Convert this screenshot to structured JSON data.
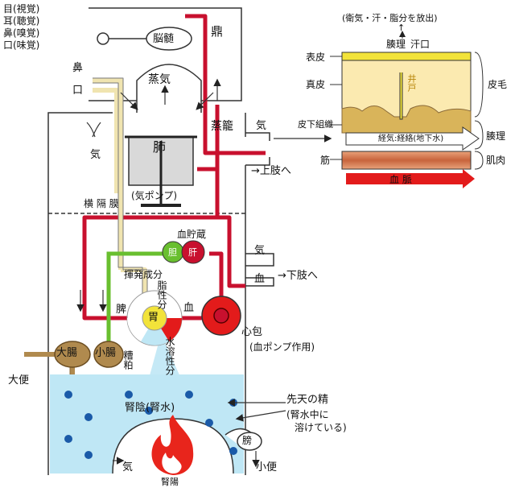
{
  "senses": [
    "目(視覚)",
    "耳(聴覚)",
    "鼻(嗅覚)",
    "口(味覚)"
  ],
  "left_labels": {
    "nose": "鼻",
    "mouth": "口",
    "ki_in": "気",
    "daiben": "大便",
    "ki_out": "気"
  },
  "top": {
    "brain": "脳髄",
    "cauldron": "鼎",
    "steam": "蒸気"
  },
  "lung": {
    "name": "肺",
    "pump": "(気ポンプ)"
  },
  "steamer": {
    "name": "蒸籠",
    "ki": "気",
    "upper_limb": "→上肢へ",
    "lower_ki": "気",
    "blood": "血",
    "lower_limb": "→下肢へ"
  },
  "diaphragm": "横 隔 膜",
  "organs": {
    "blood_storage": "血貯蔵",
    "gallbladder": "胆",
    "liver": "肝",
    "volatile": "揮発成分",
    "fat": "脂性分",
    "spleen": "脾",
    "stomach": "胃",
    "blood": "血",
    "water": "水溶性分",
    "dregs": "糟粕",
    "large_intestine": "大腸",
    "small_intestine": "小腸",
    "pericardium": "心包",
    "pericardium_note": "(血ポンプ作用)"
  },
  "kidney": {
    "name": "腎陰(腎水)",
    "essence": "先天の精",
    "essence_note1": "(腎水中に",
    "essence_note2": "溶けている)",
    "bladder": "膀",
    "urine": "小便",
    "fire": "腎陽"
  },
  "skin": {
    "caption": "(衛気・汗・脂分を放出)",
    "arrow": "↑",
    "pore_label": "腠理",
    "sweat_pore": "汗口",
    "epidermis": "表皮",
    "dermis": "真皮",
    "well": "井戸",
    "subcutis": "皮下組織",
    "meridian": "経気:経絡(地下水)",
    "muscle_label": "筋",
    "blood_vessel": "血 脈",
    "right_skin": "皮毛",
    "right_pore": "腠理",
    "right_muscle": "肌肉"
  },
  "colors": {
    "blood": "#c8102e",
    "vessel_cream": "#f0e4b0",
    "tan": "#b08a4e",
    "water": "#bfe7f5",
    "gray": "#d6d6d6",
    "yellow": "#f2e33a",
    "green": "#69bf2f",
    "red": "#e31b1b"
  }
}
